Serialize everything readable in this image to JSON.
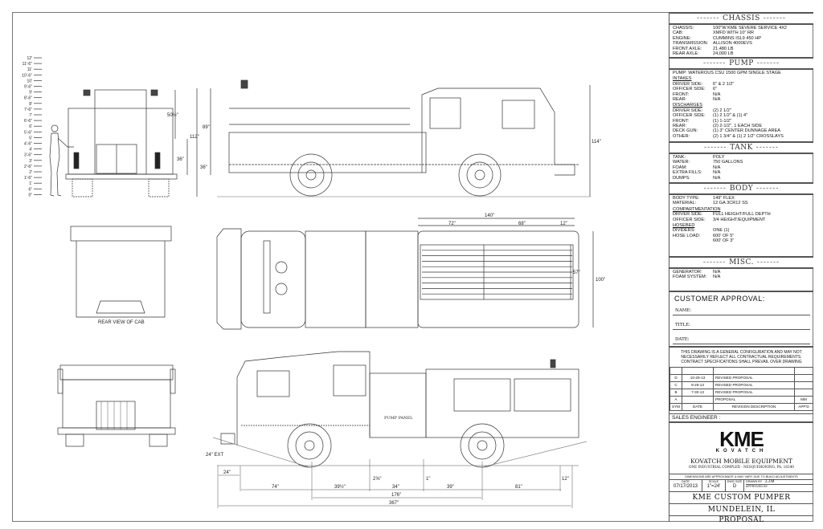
{
  "scale_labels": [
    "12'",
    "11'-6\"",
    "11'",
    "10'-6\"",
    "10'",
    "9'-6\"",
    "9'",
    "8'-6\"",
    "8'",
    "7'-6\"",
    "7'",
    "6'-6\"",
    "6'",
    "5'-6\"",
    "5'",
    "4'-6\"",
    "4'",
    "3'-6\"",
    "3'",
    "2'-6\"",
    "2'",
    "1'-6\"",
    "1'",
    "6\"",
    "0\""
  ],
  "dimensions": {
    "rear_upper": "50½\"",
    "rear_body": "36\"",
    "side_overall_height": "112\"",
    "side_body_height": "89\"",
    "side_step_height": "36\"",
    "side_right_height": "114\"",
    "top_body_length": "140\"",
    "top_left_comp": "72\"",
    "top_right_comp": "68\"",
    "top_rear": "12\"",
    "top_hosebed_width": "57\"",
    "top_overall_width": "100\"",
    "bumper_ext": "24\" EXT",
    "bumper": "24\"",
    "front_to_axle": "74\"",
    "axle_to_pump": "39½\"",
    "pump_gap": "2⅝\"",
    "pump": "34\"",
    "gap": "1\"",
    "pump_to_axle": "39\"",
    "axle_to_rear": "81\"",
    "rear_step": "12\"",
    "wheelbase": "176\"",
    "overall_length": "367\""
  },
  "labels": {
    "rear_view_of_cab": "REAR VIEW OF CAB",
    "pump_panel": "PUMP PANEL"
  },
  "chassis": {
    "header": "CHASSIS",
    "rows": [
      {
        "k": "CHASSIS:",
        "v": "100\"W KME SEVERE SERVICE 4X2"
      },
      {
        "k": "CAB:",
        "v": "XMFD WITH 10\" RR"
      },
      {
        "k": "ENGINE:",
        "v": "CUMMINS ISL9 450 HP"
      },
      {
        "k": "TRANSMISSION:",
        "v": "ALLISON 4000EVS"
      },
      {
        "k": "FRONT AXLE:",
        "v": "21,480 LB"
      },
      {
        "k": "REAR AXLE:",
        "v": "24,000 LB"
      }
    ]
  },
  "pump": {
    "header": "PUMP",
    "pump_line": "PUMP: WATEROUS CSU 1500 GPM SINGLE STAGE",
    "intakes_title": "INTAKES",
    "intakes": [
      {
        "k": "DRIVER SIDE:",
        "v": "6\" & 2 1/2\""
      },
      {
        "k": "OFFICER SIDE:",
        "v": "6\""
      },
      {
        "k": "FRONT:",
        "v": "N/A"
      },
      {
        "k": "REAR:",
        "v": "N/A"
      }
    ],
    "discharges_title": "DISCHARGES",
    "discharges": [
      {
        "k": "DRIVER SIDE:",
        "v": "(2) 2 1/2\""
      },
      {
        "k": "OFFICER SIDE:",
        "v": "(1) 2 1/2\" & (1) 4\""
      },
      {
        "k": "FRONT:",
        "v": "(1) 1-1/2\""
      },
      {
        "k": "REAR:",
        "v": "(2) 2-1/2\", 1 EACH SIDE"
      },
      {
        "k": "DECK GUN:",
        "v": "(1) 3\" CENTER DUNNAGE AREA"
      },
      {
        "k": "OTHER:",
        "v": "(2) 1 3/4\" & (1) 2 1/2\" CROSSLAYS"
      }
    ]
  },
  "tank": {
    "header": "TANK",
    "rows": [
      {
        "k": "TANK:",
        "v": "POLY"
      },
      {
        "k": "WATER:",
        "v": "750 GALLONS"
      },
      {
        "k": "FOAM:",
        "v": "N/A"
      },
      {
        "k": "EXTRA FILLS:",
        "v": "N/A"
      },
      {
        "k": "DUMPS:",
        "v": "N/A"
      }
    ]
  },
  "body": {
    "header": "BODY",
    "rows": [
      {
        "k": "BODY TYPE:",
        "v": "149\" FLEX"
      },
      {
        "k": "MATERIAL:",
        "v": "12 GA 3CR12 SS"
      }
    ],
    "comp_title": "COMPARTMENTATION",
    "comp": [
      {
        "k": "DRIVER SIDE:",
        "v": "FULL HEIGHT/FULL DEPTH"
      },
      {
        "k": "OFFICER SIDE:",
        "v": "3/4 HEIGHT/EQUIPMENT"
      }
    ],
    "hosebed_title": "HOSEBED",
    "hosebed": [
      {
        "k": "DIVIDERS:",
        "v": "ONE (1)"
      },
      {
        "k": "HOSE LOAD:",
        "v": "600' OF 5\""
      },
      {
        "k": "",
        "v": "600' OF 3\""
      }
    ]
  },
  "misc": {
    "header": "MISC.",
    "rows": [
      {
        "k": "GENERATOR:",
        "v": "N/A"
      },
      {
        "k": "FOAM SYSTEM:",
        "v": "N/A"
      }
    ]
  },
  "approval": {
    "title": "CUSTOMER APPROVAL:",
    "name": "NAME:",
    "title_field": "TITLE:",
    "date": "DATE:"
  },
  "disclaimer": "THIS DRAWING IS A GENERAL CONFIGURATION AND MAY NOT NECESSARILY REFLECT ALL CONTRACTUAL REQUIREMENTS. CONTRACT SPECIFICATIONS SHALL PREVAIL OVER DRAWING",
  "revisions": {
    "rows": [
      {
        "sym": "D",
        "date": "10-29-13",
        "desc": "REVISED PROPOSAL",
        "appd": ""
      },
      {
        "sym": "C",
        "date": "8-26-13",
        "desc": "REVISED PROPOSAL",
        "appd": ""
      },
      {
        "sym": "B",
        "date": "7-30-13",
        "desc": "REVISED PROPOSAL",
        "appd": ""
      },
      {
        "sym": "A",
        "date": "",
        "desc": "PROPOSAL",
        "appd": "MM"
      }
    ],
    "headers": {
      "sym": "SYM",
      "date": "DATE",
      "desc": "REVISION DESCRIPTION",
      "appd": "APP'D"
    }
  },
  "sales_engineer": "SALES ENGINEER :",
  "company": {
    "logo": "KME",
    "logo_sub": "KOVATCH",
    "name": "KOVATCH MOBILE EQUIPMENT",
    "address": "ONE INDUSTRIAL COMPLEX  -  NESQUEHONING, PA. 18240"
  },
  "dims_note": "DIMENSIONS ARE APPROXIMATE & MAY VARY DUE TO BUILD ADJUSTMENTS",
  "meta": {
    "date_label": "DATE",
    "date": "07/17/2013",
    "scale_label": "SCALE",
    "scale": "1\"=24'",
    "size_label": "DWG SIZE",
    "size": "D",
    "drawn_label": "DRAWN BY",
    "drawn": "J.J.M",
    "approved_label": "APPROVED BY"
  },
  "title": "KME CUSTOM PUMPER",
  "location": "MUNDELEIN, IL",
  "status": "PROPOSAL"
}
